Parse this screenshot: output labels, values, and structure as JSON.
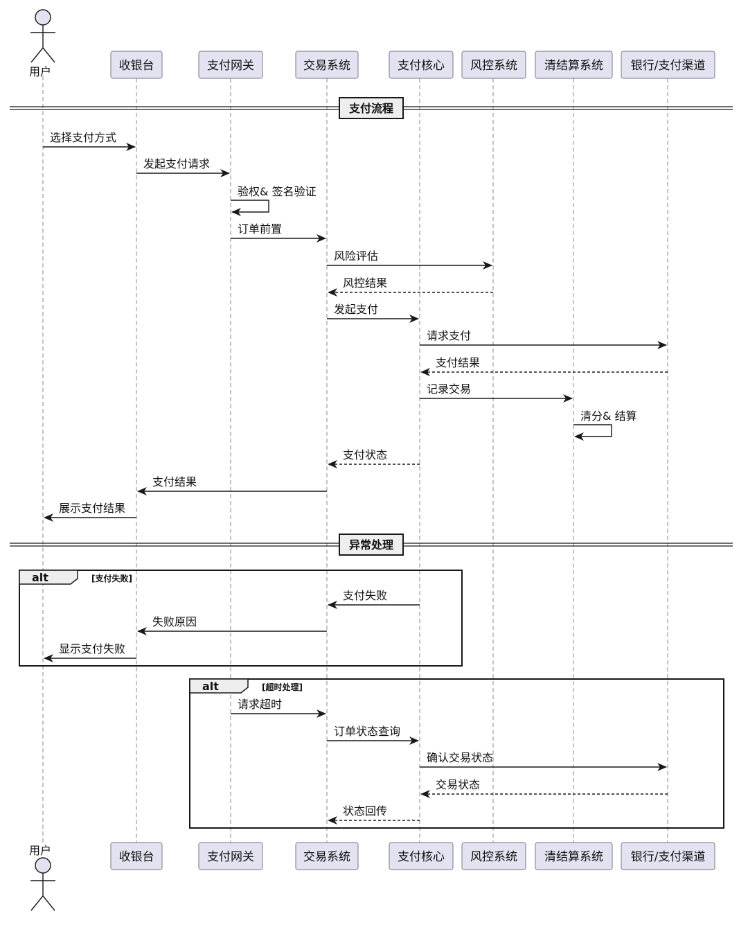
{
  "participants": [
    {
      "id": "user",
      "label": "用户",
      "kind": "actor"
    },
    {
      "id": "cashier",
      "label": "收银台",
      "kind": "box"
    },
    {
      "id": "gateway",
      "label": "支付网关",
      "kind": "box"
    },
    {
      "id": "trade",
      "label": "交易系统",
      "kind": "box"
    },
    {
      "id": "core",
      "label": "支付核心",
      "kind": "box"
    },
    {
      "id": "risk",
      "label": "风控系统",
      "kind": "box"
    },
    {
      "id": "settle",
      "label": "清结算系统",
      "kind": "box"
    },
    {
      "id": "bank",
      "label": "银行/支付渠道",
      "kind": "box"
    }
  ],
  "dividers": [
    {
      "label": "支付流程"
    },
    {
      "label": "异常处理"
    }
  ],
  "messages": [
    {
      "from": "user",
      "to": "cashier",
      "label": "选择支付方式",
      "style": "solid"
    },
    {
      "from": "cashier",
      "to": "gateway",
      "label": "发起支付请求",
      "style": "solid"
    },
    {
      "from": "gateway",
      "to": "gateway",
      "label": "验权& 签名验证",
      "style": "self"
    },
    {
      "from": "gateway",
      "to": "trade",
      "label": "订单前置",
      "style": "solid"
    },
    {
      "from": "trade",
      "to": "risk",
      "label": "风险评估",
      "style": "solid"
    },
    {
      "from": "risk",
      "to": "trade",
      "label": "风控结果",
      "style": "dashed"
    },
    {
      "from": "trade",
      "to": "core",
      "label": "发起支付",
      "style": "solid"
    },
    {
      "from": "core",
      "to": "bank",
      "label": "请求支付",
      "style": "solid"
    },
    {
      "from": "bank",
      "to": "core",
      "label": "支付结果",
      "style": "dashed"
    },
    {
      "from": "core",
      "to": "settle",
      "label": "记录交易",
      "style": "solid"
    },
    {
      "from": "settle",
      "to": "settle",
      "label": "清分& 结算",
      "style": "self"
    },
    {
      "from": "core",
      "to": "trade",
      "label": "支付状态",
      "style": "dashed"
    },
    {
      "from": "trade",
      "to": "cashier",
      "label": "支付结果",
      "style": "solid"
    },
    {
      "from": "cashier",
      "to": "user",
      "label": "展示支付结果",
      "style": "solid"
    },
    {
      "from": "core",
      "to": "trade",
      "label": "支付失败",
      "style": "solid"
    },
    {
      "from": "trade",
      "to": "cashier",
      "label": "失败原因",
      "style": "solid"
    },
    {
      "from": "cashier",
      "to": "user",
      "label": "显示支付失败",
      "style": "solid"
    },
    {
      "from": "gateway",
      "to": "trade",
      "label": "请求超时",
      "style": "solid"
    },
    {
      "from": "trade",
      "to": "core",
      "label": "订单状态查询",
      "style": "solid"
    },
    {
      "from": "core",
      "to": "bank",
      "label": "确认交易状态",
      "style": "solid"
    },
    {
      "from": "bank",
      "to": "core",
      "label": "交易状态",
      "style": "dashed"
    },
    {
      "from": "core",
      "to": "trade",
      "label": "状态回传",
      "style": "dashed"
    }
  ],
  "fragments": [
    {
      "operator": "alt",
      "guard": "[支付失败]"
    },
    {
      "operator": "alt",
      "guard": "[超时处理]"
    }
  ],
  "colors": {
    "participant_fill": "#e2e2f0",
    "participant_stroke": "#8c8c9c",
    "line": "#181818",
    "lifeline": "#888888"
  }
}
